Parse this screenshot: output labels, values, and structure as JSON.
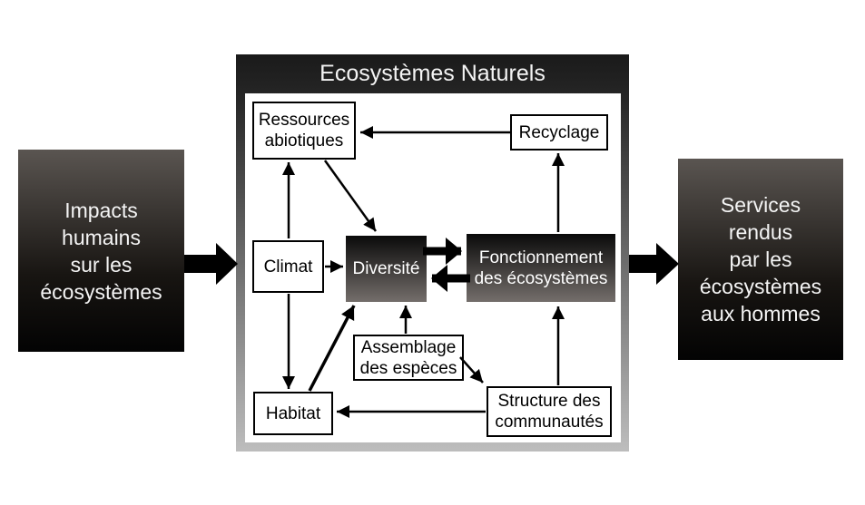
{
  "title": "Ecosystèmes Naturels",
  "outer": {
    "left": {
      "label": "Impacts\nhumains\nsur les\nécosystèmes"
    },
    "right": {
      "label": "Services\nrendus\npar les\nécosystèmes\naux hommes"
    }
  },
  "nodes": {
    "ressources": {
      "label": "Ressources\nabiotiques",
      "style": "light"
    },
    "recyclage": {
      "label": "Recyclage",
      "style": "light"
    },
    "climat": {
      "label": "Climat",
      "style": "light"
    },
    "diversite": {
      "label": "Diversité",
      "style": "dark"
    },
    "fonctionnement": {
      "label": "Fonctionnement\ndes écosystèmes",
      "style": "dark"
    },
    "assemblage": {
      "label": "Assemblage\ndes espèces",
      "style": "light"
    },
    "habitat": {
      "label": "Habitat",
      "style": "light"
    },
    "structure": {
      "label": "Structure des\ncommunautés",
      "style": "light"
    }
  },
  "edges": [
    {
      "from": "Recyclage",
      "to": "Ressources abiotiques",
      "weight": "thin"
    },
    {
      "from": "Climat",
      "to": "Ressources abiotiques",
      "weight": "thin"
    },
    {
      "from": "Ressources abiotiques",
      "to": "Diversité",
      "weight": "thin"
    },
    {
      "from": "Climat",
      "to": "Diversité",
      "weight": "thin"
    },
    {
      "from": "Diversité",
      "to": "Fonctionnement des écosystèmes",
      "weight": "thick"
    },
    {
      "from": "Fonctionnement des écosystèmes",
      "to": "Diversité",
      "weight": "thick"
    },
    {
      "from": "Fonctionnement des écosystèmes",
      "to": "Recyclage",
      "weight": "thin"
    },
    {
      "from": "Assemblage des espèces",
      "to": "Diversité",
      "weight": "thin"
    },
    {
      "from": "Habitat",
      "to": "Diversité",
      "weight": "medium"
    },
    {
      "from": "Climat",
      "to": "Habitat",
      "weight": "thin"
    },
    {
      "from": "Assemblage des espèces",
      "to": "Structure des communautés",
      "weight": "thin"
    },
    {
      "from": "Structure des communautés",
      "to": "Habitat",
      "weight": "thin"
    },
    {
      "from": "Structure des communautés",
      "to": "Fonctionnement des écosystèmes",
      "weight": "thin"
    },
    {
      "from": "Impacts humains sur les écosystèmes",
      "to": "Ecosystèmes Naturels",
      "weight": "block"
    },
    {
      "from": "Ecosystèmes Naturels",
      "to": "Services rendus par les écosystèmes aux hommes",
      "weight": "block"
    }
  ],
  "colors": {
    "panel-bg": "#ffffff",
    "frame-top": "#1a1a1a",
    "frame-bottom": "#bdbdbd",
    "node-border": "#000000",
    "dark-node-top": "#0a0a0a",
    "dark-node-bottom": "#746e6b",
    "outer-top": "#5a5551",
    "outer-bottom": "#030303",
    "text-light": "#f4f4f4"
  }
}
